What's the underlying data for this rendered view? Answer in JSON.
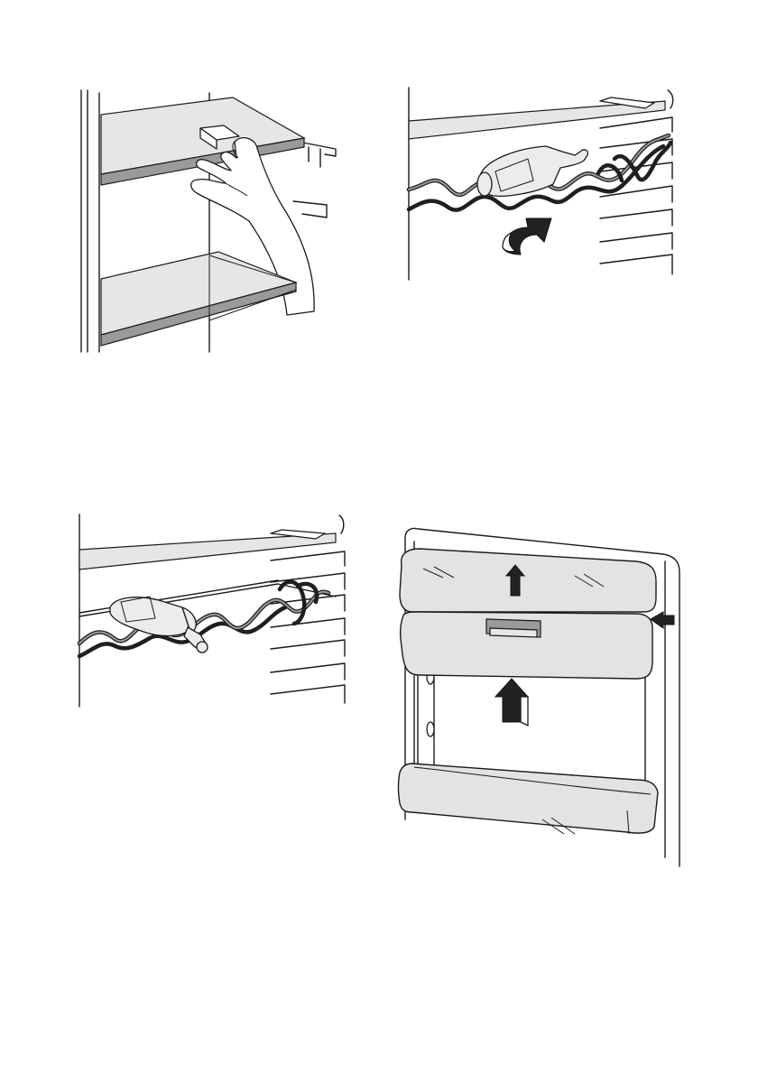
{
  "figures": [
    {
      "id": "shelf-removal",
      "icon": "hand-pulling-glass-shelf-illustration"
    },
    {
      "id": "wine-rack-tilt",
      "icon": "wine-rack-with-bottle-and-curved-arrow-illustration"
    },
    {
      "id": "wine-rack-bottle",
      "icon": "wine-rack-with-bottle-illustration"
    },
    {
      "id": "drawer-removal",
      "icon": "crisper-drawers-with-arrows-illustration"
    }
  ],
  "colors": {
    "line": "#1a1a1a",
    "shelf_fill": "#e6e6e6",
    "shelf_edge": "#9a9a9a",
    "arrow": "#222222"
  }
}
